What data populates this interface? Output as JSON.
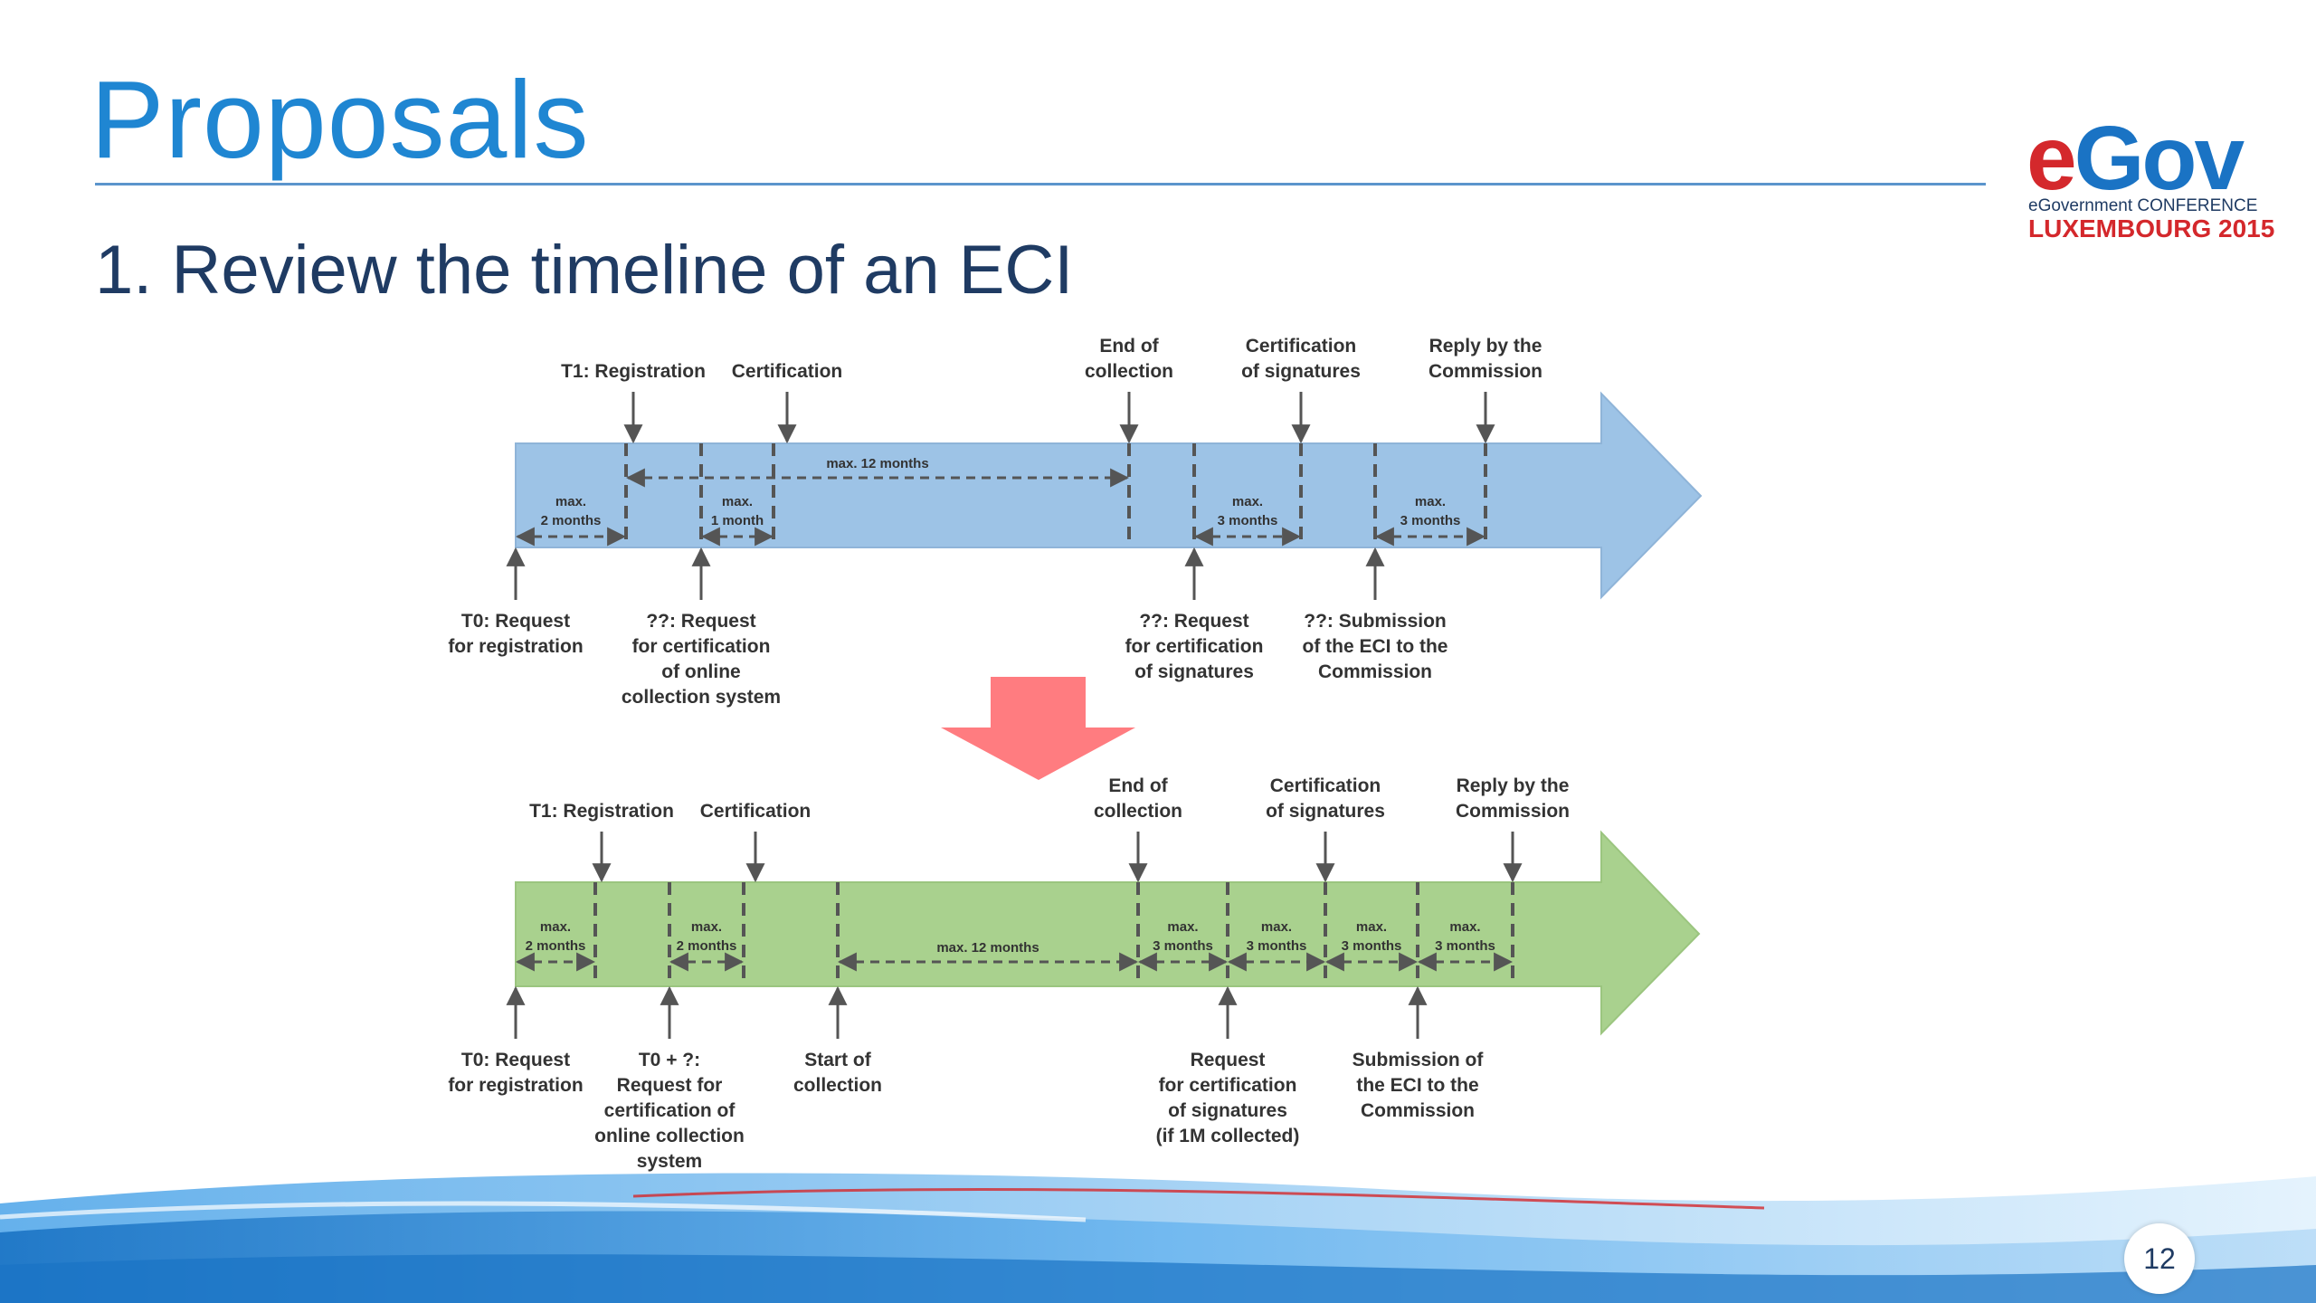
{
  "slide": {
    "title": "Proposals",
    "subtitle": "1. Review the timeline of an ECI",
    "page_number": "12"
  },
  "logo": {
    "word_e": "e",
    "word_gov": "Gov",
    "conference": "eGovernment CONFERENCE",
    "location": "LUXEMBOURG 2015"
  },
  "colors": {
    "title": "#1f86d2",
    "top_arrow": "#9dc3e6",
    "bottom_arrow": "#a9d18e",
    "transition_arrow": "#ff7c80"
  },
  "top_timeline": {
    "above": [
      {
        "lines": [
          "T1: Registration"
        ]
      },
      {
        "lines": [
          "Certification"
        ]
      },
      {
        "lines": [
          "End of",
          "collection"
        ]
      },
      {
        "lines": [
          "Certification",
          "of signatures"
        ]
      },
      {
        "lines": [
          "Reply by the",
          "Commission"
        ]
      }
    ],
    "below": [
      {
        "lines": [
          "T0: Request",
          "for registration"
        ]
      },
      {
        "lines": [
          "??: Request",
          "for certification",
          "of online",
          "collection system"
        ]
      },
      {
        "lines": [
          "??: Request",
          "for certification",
          "of signatures"
        ]
      },
      {
        "lines": [
          "??: Submission",
          "of the ECI to the",
          "Commission"
        ]
      }
    ],
    "durations": [
      {
        "lines": [
          "max.",
          "2 months"
        ]
      },
      {
        "lines": [
          "max.",
          "1 month"
        ]
      },
      {
        "lines": [
          "max. 12 months"
        ]
      },
      {
        "lines": [
          "max.",
          "3 months"
        ]
      },
      {
        "lines": [
          "max.",
          "3 months"
        ]
      }
    ]
  },
  "bottom_timeline": {
    "above": [
      {
        "lines": [
          "T1: Registration"
        ]
      },
      {
        "lines": [
          "Certification"
        ]
      },
      {
        "lines": [
          "End of",
          "collection"
        ]
      },
      {
        "lines": [
          "Certification",
          "of signatures"
        ]
      },
      {
        "lines": [
          "Reply by the",
          "Commission"
        ]
      }
    ],
    "below": [
      {
        "lines": [
          "T0: Request",
          "for registration"
        ]
      },
      {
        "lines": [
          "T0 + ?:",
          "Request for",
          "certification of",
          "online collection",
          "system"
        ]
      },
      {
        "lines": [
          "Start of",
          "collection"
        ]
      },
      {
        "lines": [
          "Request",
          "for certification",
          "of signatures",
          "(if 1M collected)"
        ]
      },
      {
        "lines": [
          "Submission of",
          "the ECI to the",
          "Commission"
        ]
      }
    ],
    "durations": [
      {
        "lines": [
          "max.",
          "2 months"
        ]
      },
      {
        "lines": [
          "max.",
          "2 months"
        ]
      },
      {
        "lines": [
          "max. 12 months"
        ]
      },
      {
        "lines": [
          "max.",
          "3 months"
        ]
      },
      {
        "lines": [
          "max.",
          "3 months"
        ]
      },
      {
        "lines": [
          "max.",
          "3 months"
        ]
      },
      {
        "lines": [
          "max.",
          "3 months"
        ]
      }
    ]
  }
}
